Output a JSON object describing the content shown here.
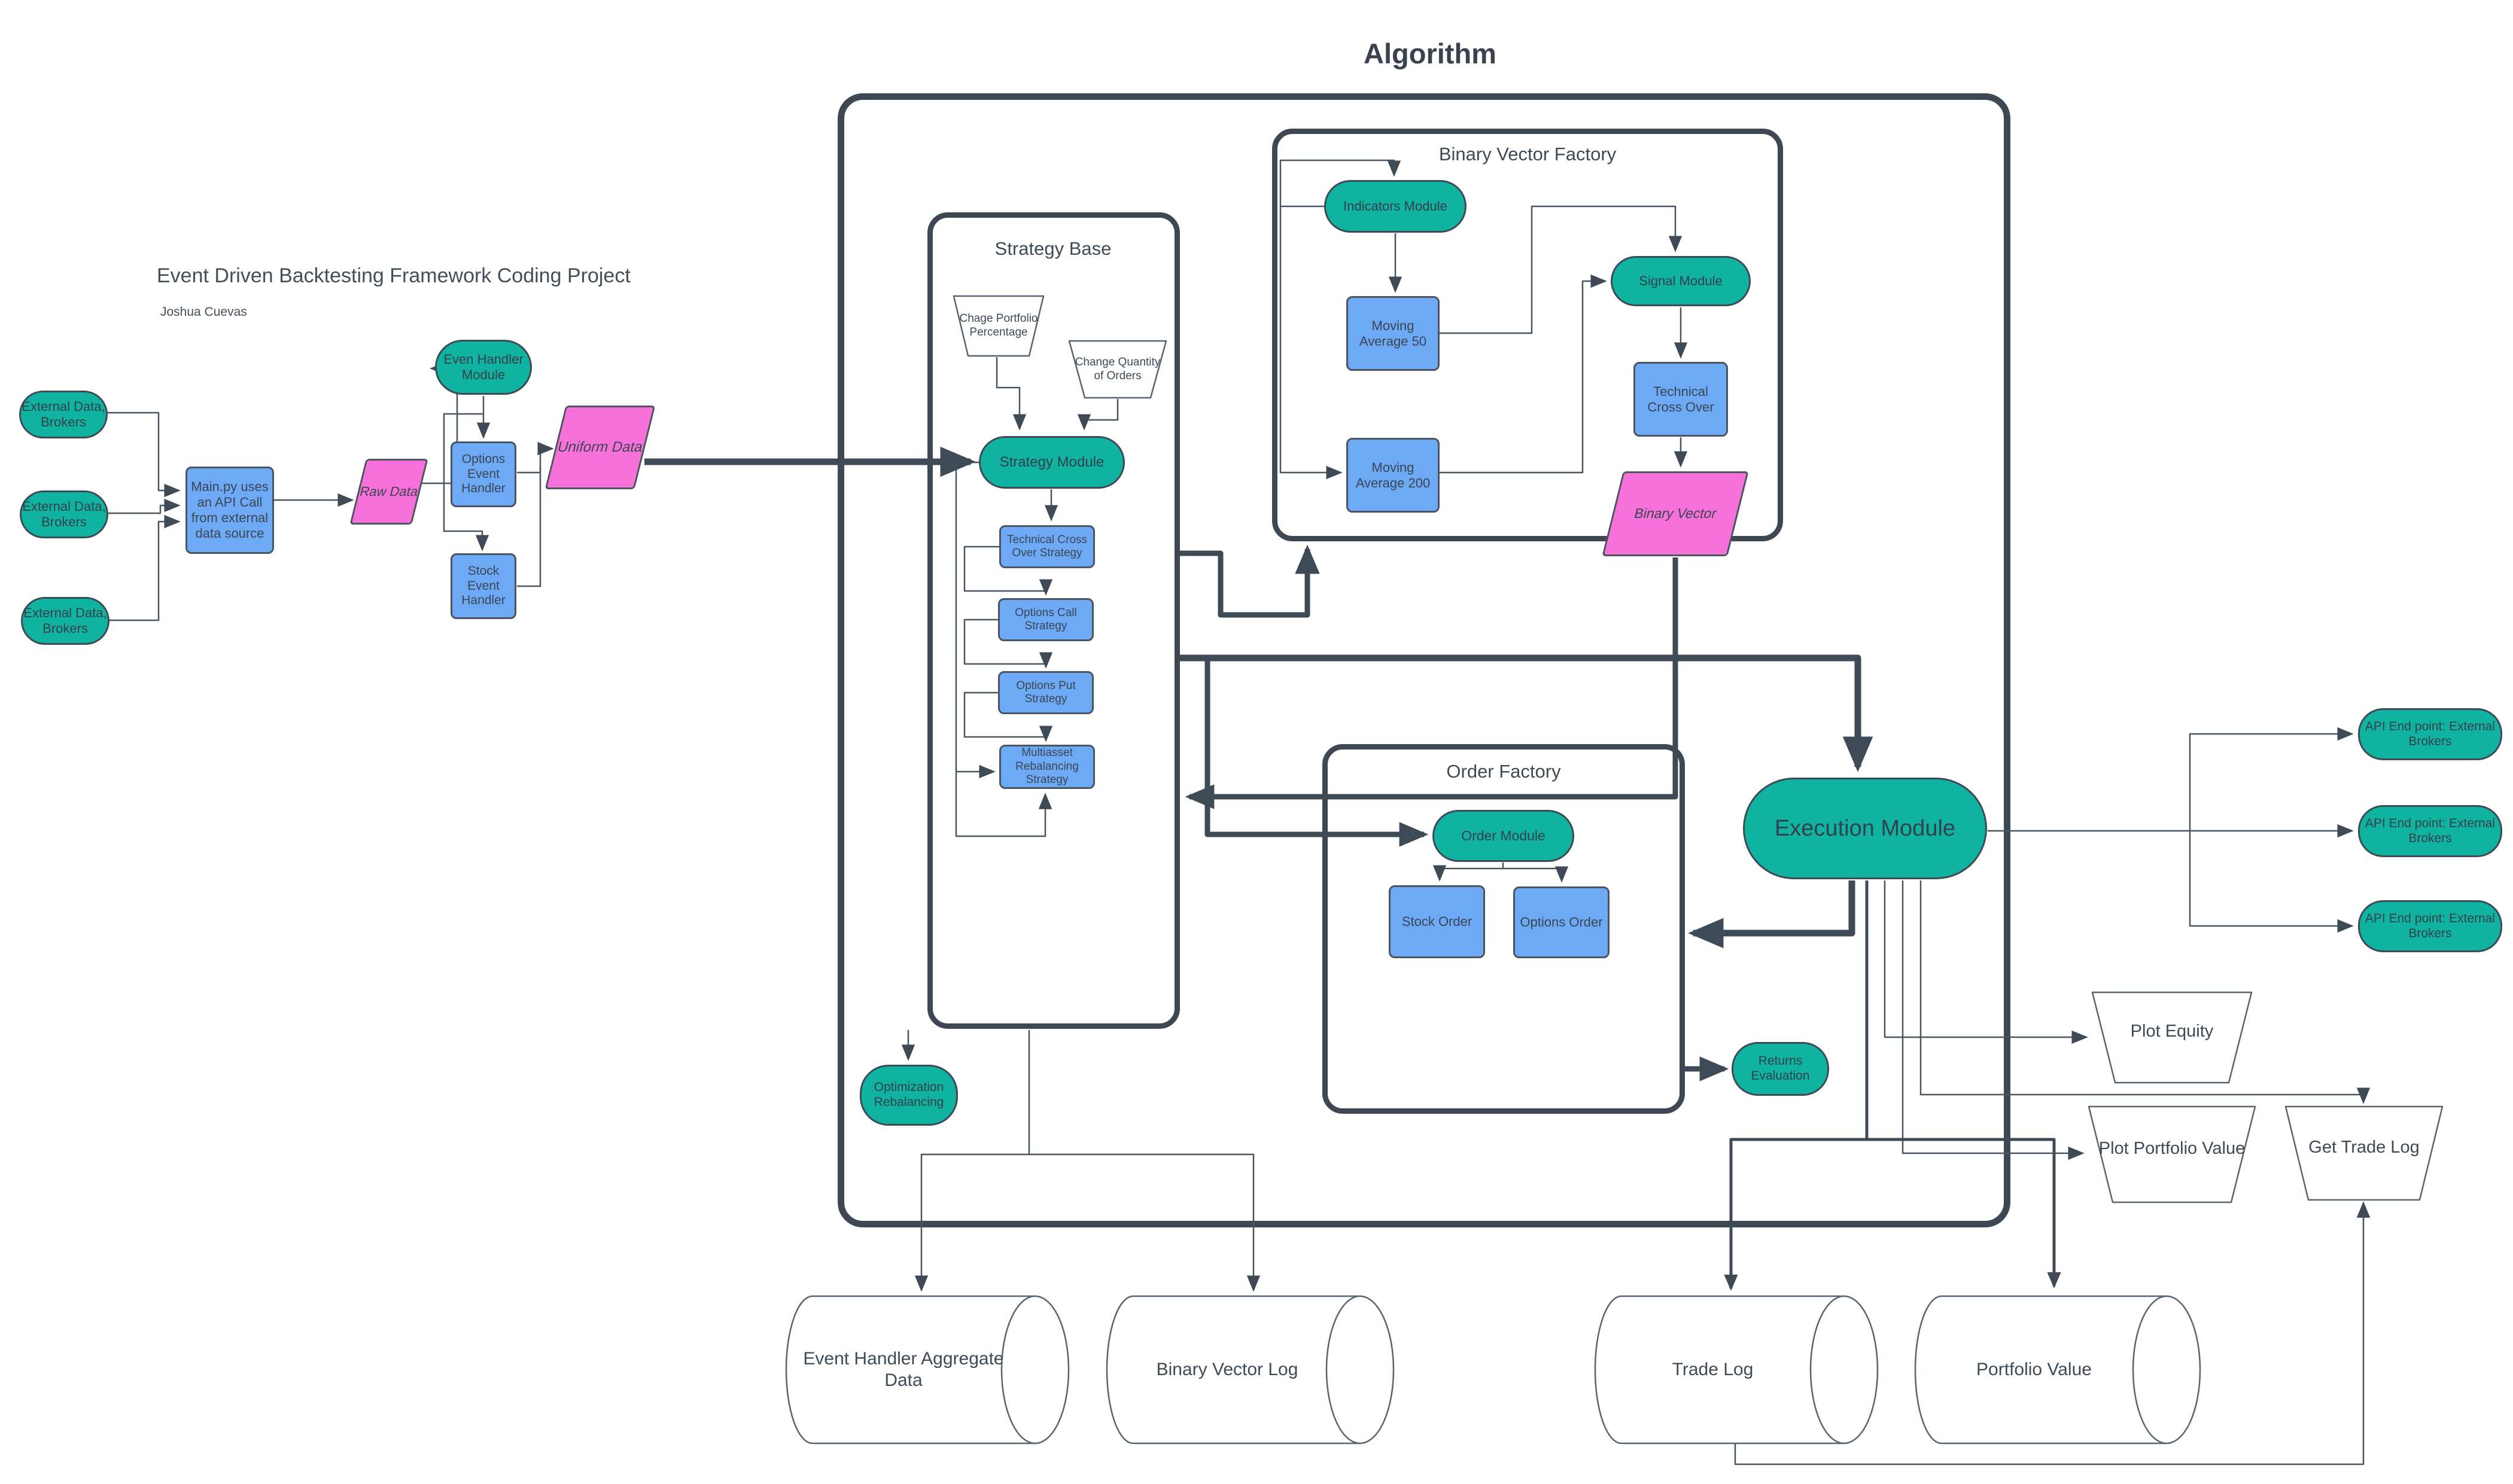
{
  "header": {
    "title": "Algorithm"
  },
  "project": {
    "title": "Event Driven Backtesting Framework Coding Project",
    "author": "Joshua Cuevas"
  },
  "colors": {
    "teal": "#10b2a0",
    "blue": "#6ea9f6",
    "pink": "#f771da",
    "line": "#3e4a56",
    "white": "#ffffff"
  },
  "containers": {
    "algorithm": {
      "label": "Algorithm"
    },
    "strategy_base": {
      "label": "Strategy Base"
    },
    "binary_vector_factory": {
      "label": "Binary Vector Factory"
    },
    "order_factory": {
      "label": "Order Factory"
    }
  },
  "nodes": {
    "external1": {
      "label": "External Data, Brokers"
    },
    "external2": {
      "label": "External Data, Brokers"
    },
    "external3": {
      "label": "External Data, Brokers"
    },
    "mainpy": {
      "label": "Main.py uses an API Call from external data source"
    },
    "raw_data": {
      "label": "Raw Data"
    },
    "event_handler_module": {
      "label": "Even Handler Module"
    },
    "options_event_handler": {
      "label": "Options Event Handler"
    },
    "stock_event_handler": {
      "label": "Stock Event Handler"
    },
    "uniform_data": {
      "label": "Uniform Data"
    },
    "chage_portfolio": {
      "label": "Chage Portfolio Percentage"
    },
    "change_quantity": {
      "label": "Change Quantity of Orders"
    },
    "strategy_module": {
      "label": "Strategy Module"
    },
    "technical_cross_over_strategy": {
      "label": "Technical Cross Over Strategy"
    },
    "options_call_strategy": {
      "label": "Options Call Strategy"
    },
    "options_put_strategy": {
      "label": "Options Put Strategy"
    },
    "multiasset_rebalancing_strategy": {
      "label": "Multiasset Rebalancing Strategy"
    },
    "optimization_rebalancing": {
      "label": "Optimization Rebalancing"
    },
    "indicators_module": {
      "label": "Indicators Module"
    },
    "moving_average_50": {
      "label": "Moving Average 50"
    },
    "moving_average_200": {
      "label": "Moving Average 200"
    },
    "signal_module": {
      "label": "Signal Module"
    },
    "technical_cross_over": {
      "label": "Technical Cross Over"
    },
    "binary_vector": {
      "label": "Binary Vector"
    },
    "order_module": {
      "label": "Order Module"
    },
    "stock_order": {
      "label": "Stock Order"
    },
    "options_order": {
      "label": "Options Order"
    },
    "returns_evaluation": {
      "label": "Returns Evaluation"
    },
    "execution_module": {
      "label": "Execution Module"
    },
    "api_endpoint_1": {
      "label": "API End point: External Brokers"
    },
    "api_endpoint_2": {
      "label": "API End point: External Brokers"
    },
    "api_endpoint_3": {
      "label": "API End point: External Brokers"
    },
    "plot_equity": {
      "label": "Plot Equity"
    },
    "plot_portfolio_value": {
      "label": "Plot Portfolio Value"
    },
    "get_trade_log": {
      "label": "Get Trade Log"
    },
    "cyl_event_handler_aggregate": {
      "label": "Event Handler Aggregate Data"
    },
    "cyl_binary_vector_log": {
      "label": "Binary Vector Log"
    },
    "cyl_trade_log": {
      "label": "Trade Log"
    },
    "cyl_portfolio_value": {
      "label": "Portfolio Value"
    }
  }
}
